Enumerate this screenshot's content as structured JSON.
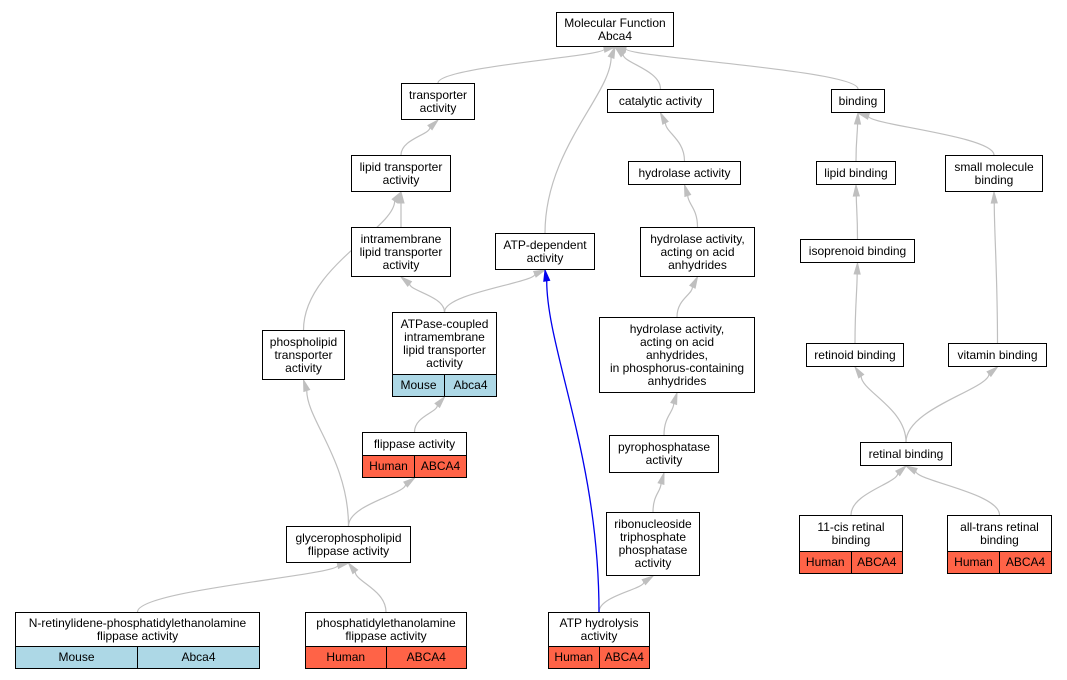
{
  "colors": {
    "edge": "#bfbfbf",
    "highlight_edge": "#0000ee",
    "mouse_tag": "#add8e6",
    "human_tag": "#ff6347"
  },
  "nodes": {
    "mf": {
      "label": "Molecular Function\nAbca4"
    },
    "transporter": {
      "label": "transporter\nactivity"
    },
    "catalytic": {
      "label": "catalytic activity"
    },
    "binding": {
      "label": "binding"
    },
    "lipid_transporter": {
      "label": "lipid transporter\nactivity"
    },
    "hydrolase": {
      "label": "hydrolase activity"
    },
    "lipid_binding": {
      "label": "lipid binding"
    },
    "small_molecule": {
      "label": "small molecule\nbinding"
    },
    "intramembrane": {
      "label": "intramembrane\nlipid transporter\nactivity"
    },
    "atp_dependent": {
      "label": "ATP-dependent\nactivity"
    },
    "hydrolase_acid": {
      "label": "hydrolase activity,\nacting on acid\nanhydrides"
    },
    "isoprenoid": {
      "label": "isoprenoid binding"
    },
    "atpase_coupled": {
      "label": "ATPase-coupled\nintramembrane\nlipid transporter\nactivity",
      "tags": [
        "Mouse",
        "Abca4"
      ],
      "tag_color": "mouse"
    },
    "phospholipid_transporter": {
      "label": "phospholipid\ntransporter\nactivity"
    },
    "hydrolase_phosphorus": {
      "label": "hydrolase activity,\nacting on acid\nanhydrides,\nin phosphorus-containing\nanhydrides"
    },
    "retinoid": {
      "label": "retinoid binding"
    },
    "vitamin": {
      "label": "vitamin binding"
    },
    "flippase": {
      "label": "flippase activity",
      "tags": [
        "Human",
        "ABCA4"
      ],
      "tag_color": "human"
    },
    "pyrophosphatase": {
      "label": "pyrophosphatase\nactivity"
    },
    "retinal": {
      "label": "retinal binding"
    },
    "glycerophospholipid": {
      "label": "glycerophospholipid\nflippase activity"
    },
    "ribonucleoside": {
      "label": "ribonucleoside\ntriphosphate\nphosphatase\nactivity"
    },
    "cis_retinal": {
      "label": "11-cis retinal\nbinding",
      "tags": [
        "Human",
        "ABCA4"
      ],
      "tag_color": "human"
    },
    "trans_retinal": {
      "label": "all-trans retinal\nbinding",
      "tags": [
        "Human",
        "ABCA4"
      ],
      "tag_color": "human"
    },
    "n_retinylidene": {
      "label": "N-retinylidene-phosphatidylethanolamine\nflippase activity",
      "tags": [
        "Mouse",
        "Abca4"
      ],
      "tag_color": "mouse"
    },
    "pe_flippase": {
      "label": "phosphatidylethanolamine\nflippase activity",
      "tags": [
        "Human",
        "ABCA4"
      ],
      "tag_color": "human"
    },
    "atp_hydrolysis": {
      "label": "ATP hydrolysis\nactivity",
      "tags": [
        "Human",
        "ABCA4"
      ],
      "tag_color": "human"
    }
  },
  "edges": [
    {
      "from": "transporter",
      "to": "mf"
    },
    {
      "from": "atp_dependent",
      "to": "mf"
    },
    {
      "from": "catalytic",
      "to": "mf"
    },
    {
      "from": "binding",
      "to": "mf"
    },
    {
      "from": "lipid_transporter",
      "to": "transporter"
    },
    {
      "from": "hydrolase",
      "to": "catalytic"
    },
    {
      "from": "lipid_binding",
      "to": "binding"
    },
    {
      "from": "small_molecule",
      "to": "binding"
    },
    {
      "from": "intramembrane",
      "to": "lipid_transporter"
    },
    {
      "from": "phospholipid_transporter",
      "to": "lipid_transporter"
    },
    {
      "from": "hydrolase_acid",
      "to": "hydrolase"
    },
    {
      "from": "isoprenoid",
      "to": "lipid_binding"
    },
    {
      "from": "atpase_coupled",
      "to": "intramembrane"
    },
    {
      "from": "atpase_coupled",
      "to": "atp_dependent"
    },
    {
      "from": "hydrolase_phosphorus",
      "to": "hydrolase_acid"
    },
    {
      "from": "retinoid",
      "to": "isoprenoid"
    },
    {
      "from": "vitamin",
      "to": "small_molecule"
    },
    {
      "from": "flippase",
      "to": "atpase_coupled"
    },
    {
      "from": "pyrophosphatase",
      "to": "hydrolase_phosphorus"
    },
    {
      "from": "retinal",
      "to": "retinoid"
    },
    {
      "from": "retinal",
      "to": "vitamin"
    },
    {
      "from": "glycerophospholipid",
      "to": "phospholipid_transporter"
    },
    {
      "from": "glycerophospholipid",
      "to": "flippase"
    },
    {
      "from": "ribonucleoside",
      "to": "pyrophosphatase"
    },
    {
      "from": "cis_retinal",
      "to": "retinal"
    },
    {
      "from": "trans_retinal",
      "to": "retinal"
    },
    {
      "from": "n_retinylidene",
      "to": "glycerophospholipid"
    },
    {
      "from": "pe_flippase",
      "to": "glycerophospholipid"
    },
    {
      "from": "atp_hydrolysis",
      "to": "ribonucleoside"
    },
    {
      "from": "atp_hydrolysis",
      "to": "atp_dependent",
      "highlight": true
    }
  ]
}
